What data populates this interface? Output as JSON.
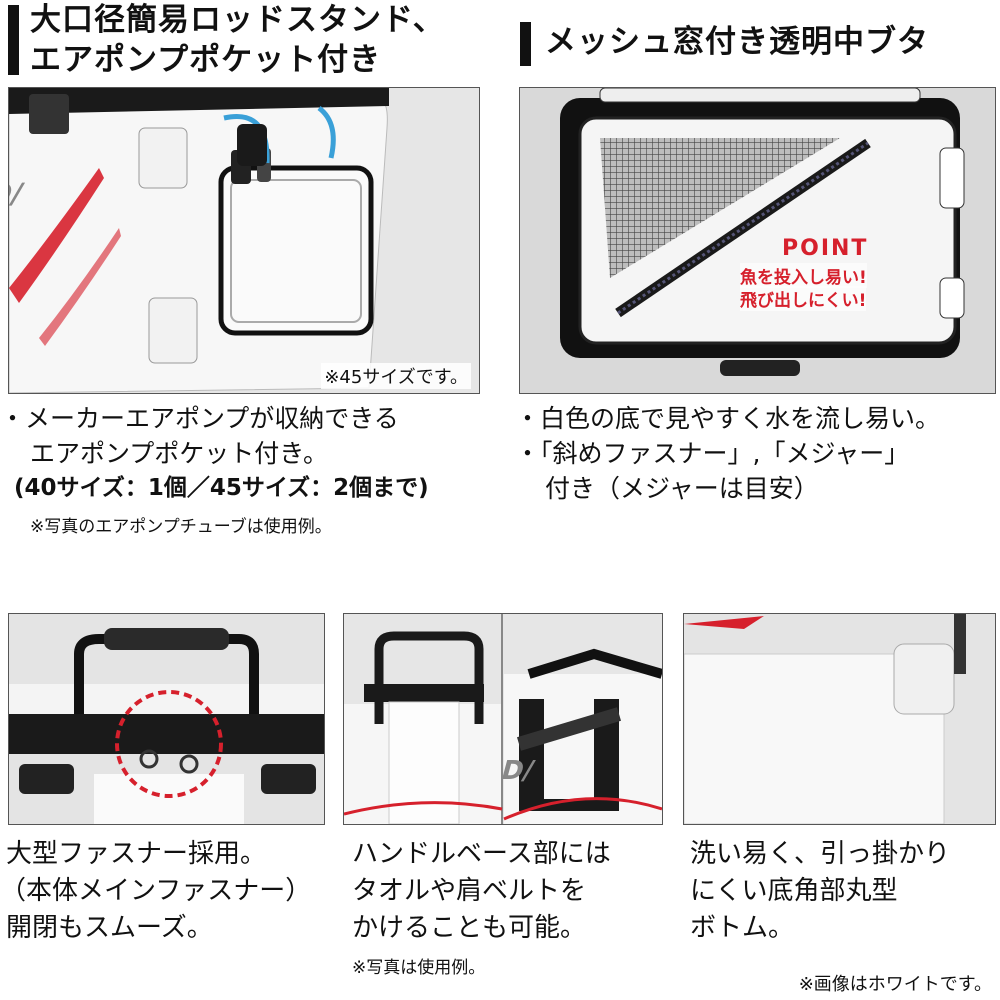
{
  "top_left": {
    "heading_line1": "大口径簡易ロッドスタンド、",
    "heading_line2": "エアポンプポケット付き",
    "photo_note": "※45サイズです。",
    "bullet_line1": "・メーカーエアポンプが収納できる",
    "bullet_line2": "エアポンプポケット付き。",
    "bullet_line3": "(40サイズ：1個／45サイズ：2個まで)",
    "footnote": "※写真のエアポンプチューブは使用例。"
  },
  "top_right": {
    "heading": "メッシュ窓付き透明中ブタ",
    "point_title": "POINT",
    "point_line1": "魚を投入し易い!",
    "point_line2": "飛び出しにくい!",
    "bullet_line1": "・白色の底で見やすく水を流し易い。",
    "bullet_line2": "・「斜めファスナー」,「メジャー」",
    "bullet_line3": "付き（メジャーは目安）"
  },
  "bottom_left": {
    "caption_line1": "大型ファスナー採用。",
    "caption_line2": "（本体メインファスナー）",
    "caption_line3": "開閉もスムーズ。"
  },
  "bottom_middle": {
    "caption_line1": "ハンドルベース部には",
    "caption_line2": "タオルや肩ベルトを",
    "caption_line3": "かけることも可能。",
    "footnote": "※写真は使用例。"
  },
  "bottom_right": {
    "caption_line1": "洗い易く、引っ掛かり",
    "caption_line2": "にくい底角部丸型",
    "caption_line3": "ボトム。"
  },
  "footer_note": "※画像はホワイトです。",
  "colors": {
    "accent_red": "#d6202c",
    "heading_black": "#111111"
  }
}
